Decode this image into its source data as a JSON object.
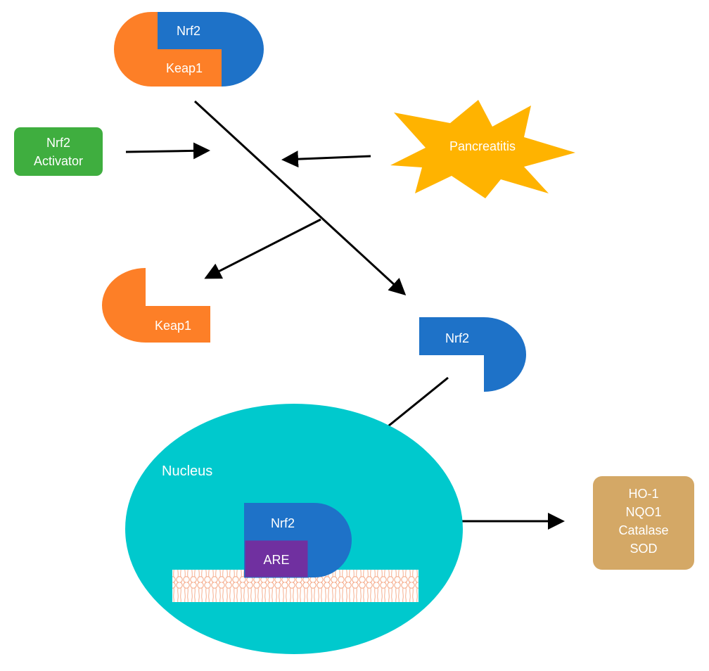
{
  "complex": {
    "nrf2_label": "Nrf2",
    "keap1_label": "Keap1"
  },
  "activator": {
    "line1": "Nrf2",
    "line2": "Activator"
  },
  "pancreatitis": {
    "label": "Pancreatitis"
  },
  "free_keap1": {
    "label": "Keap1"
  },
  "free_nrf2": {
    "label": "Nrf2"
  },
  "nucleus": {
    "label": "Nucleus"
  },
  "bound_nrf2": {
    "label": "Nrf2"
  },
  "are": {
    "label": "ARE"
  },
  "target_genes": {
    "items": [
      "HO-1",
      "NQO1",
      "Catalase",
      "SOD"
    ]
  },
  "colors": {
    "nrf2": "#1e72c8",
    "keap1": "#fd7f27",
    "activator": "#3fae3f",
    "pancreatitis": "#ffb300",
    "nucleus": "#00c9cd",
    "are": "#7030a0",
    "genes": "#d4a866",
    "membrane": "#f4a582"
  }
}
